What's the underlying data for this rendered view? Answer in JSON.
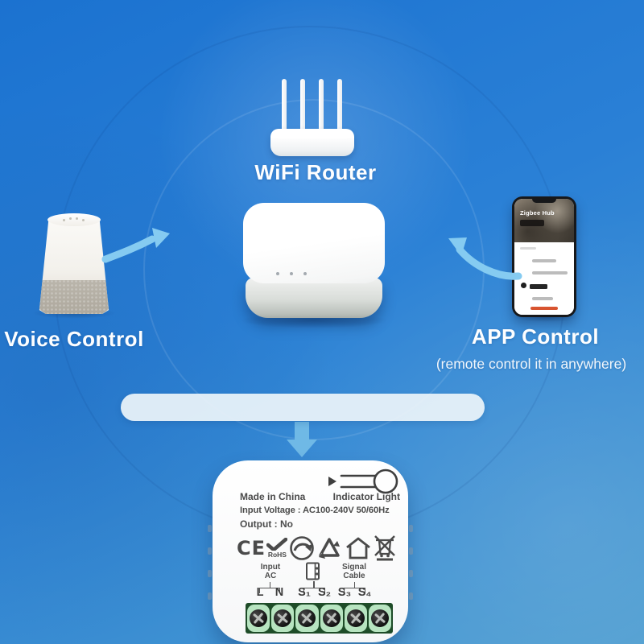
{
  "scene": {
    "router_label": "WiFi Router",
    "voice_label": "Voice Control",
    "app_label": "APP Control",
    "app_note": "(remote control it in anywhere)"
  },
  "phone": {
    "app_title": "Zigbee Hub"
  },
  "module": {
    "made_in": "Made in China",
    "indicator_label": "Indicator Light",
    "input_voltage": "Input Voltage : AC100-240V 50/60Hz",
    "output": "Output :  No",
    "ce": "CE",
    "rohs": "RoHS",
    "input_group_line1": "Input",
    "input_group_line2": "AC",
    "signal_group_line1": "Signal",
    "signal_group_line2": "Cable",
    "terminals": [
      "L",
      "N",
      "S₁",
      "S₂",
      "S₃",
      "S₄"
    ]
  },
  "colors": {
    "bg_top": "#1b72d0",
    "bg_bottom": "#4b9cd0",
    "arrow_blue": "#85cbf1",
    "divider_bar": "#e9f2f9",
    "module_text": "#4a4a4a",
    "terminal_green": "#1e4c28",
    "screw_mint": "#b7e4c0",
    "phone_accent_orange": "#d85430"
  },
  "icons": {
    "certifications": [
      "ce-mark",
      "rohs-check",
      "green-dot-recycle",
      "recycle-triangle",
      "house-outline",
      "weee-crossed-bin"
    ],
    "indicator": "indicator-cord",
    "wiring_switch": "wall-switch"
  }
}
